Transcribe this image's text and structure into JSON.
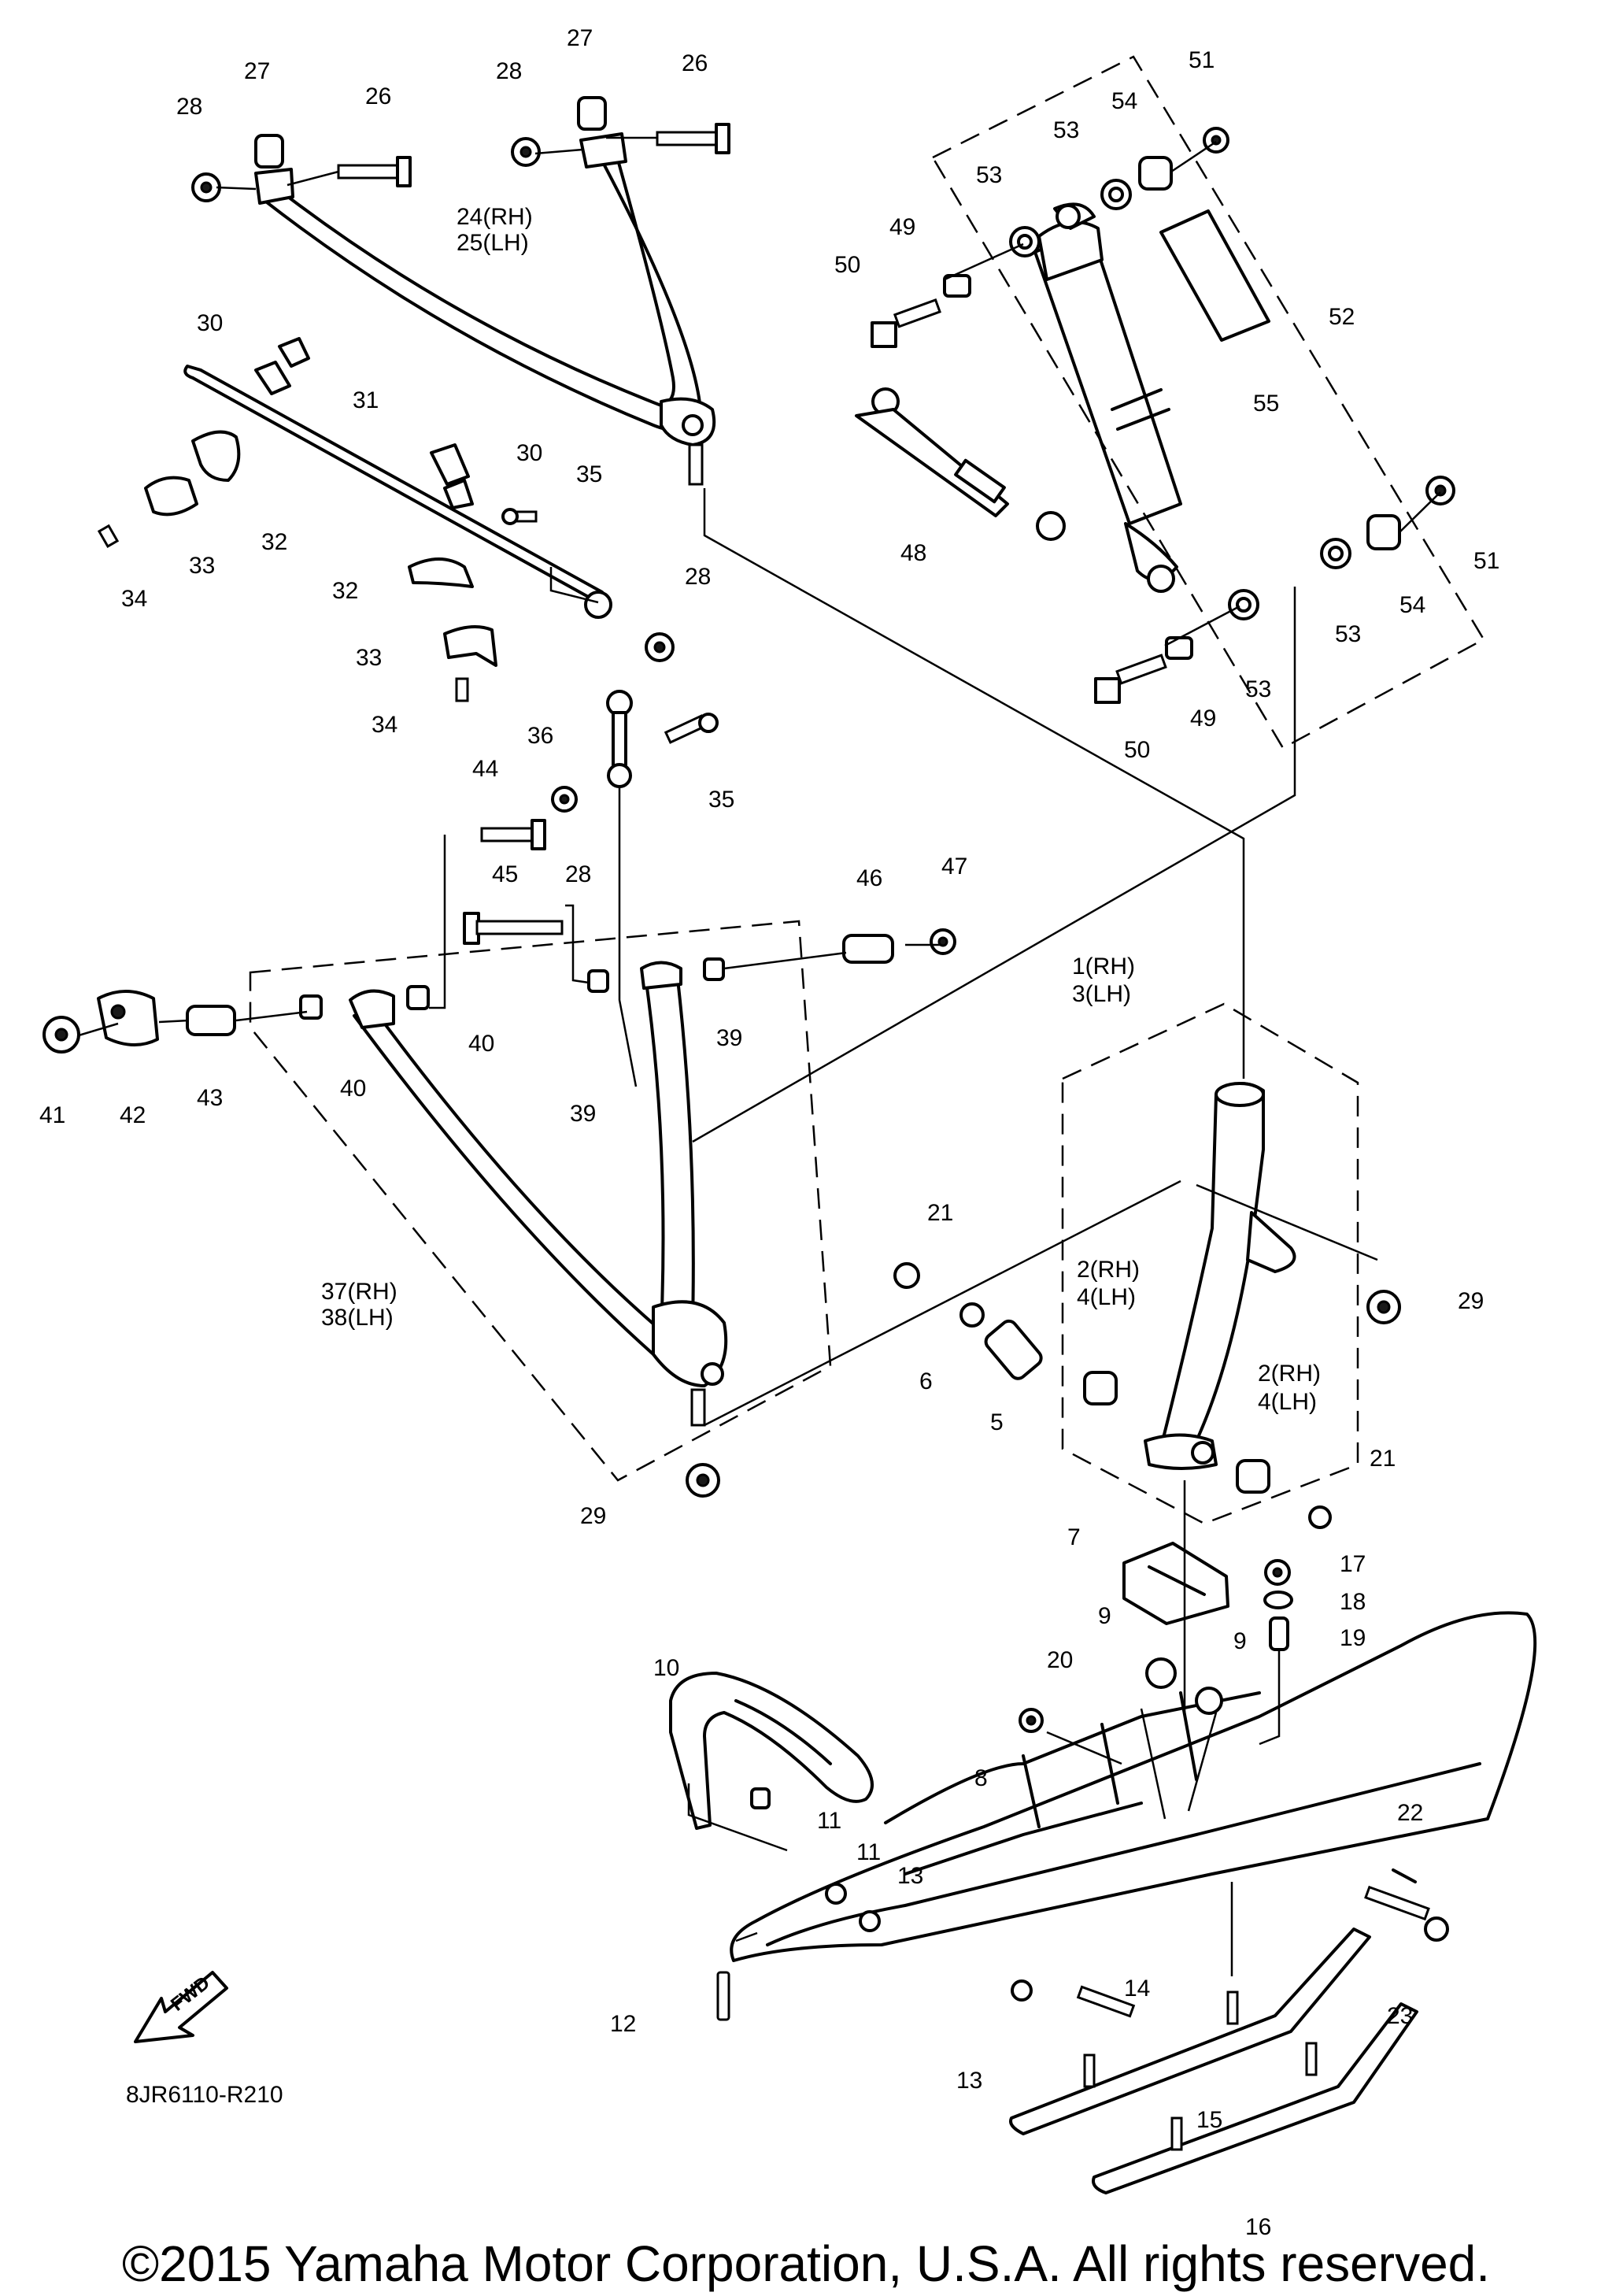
{
  "diagram_code": "8JR6110-R210",
  "copyright": "©2015 Yamaha Motor Corporation, U.S.A. All rights reserved.",
  "fwd_label": "FWD",
  "callouts": {
    "c1": "1(RH)",
    "c3": "3(LH)",
    "c2a": "2(RH)",
    "c4a": "4(LH)",
    "c2b": "2(RH)",
    "c4b": "4(LH)",
    "c5": "5",
    "c6": "6",
    "c7": "7",
    "c8": "8",
    "c9a": "9",
    "c9b": "9",
    "c10": "10",
    "c11a": "11",
    "c11b": "11",
    "c12": "12",
    "c13a": "13",
    "c13b": "13",
    "c14": "14",
    "c15": "15",
    "c16": "16",
    "c17": "17",
    "c18": "18",
    "c19": "19",
    "c20": "20",
    "c21a": "21",
    "c21b": "21",
    "c22": "22",
    "c23": "23",
    "c24": "24(RH)",
    "c25": "25(LH)",
    "c26a": "26",
    "c26b": "26",
    "c27a": "27",
    "c27b": "27",
    "c28a": "28",
    "c28b": "28",
    "c28c": "28",
    "c28d": "28",
    "c29a": "29",
    "c29b": "29",
    "c30a": "30",
    "c30b": "30",
    "c31": "31",
    "c32a": "32",
    "c32b": "32",
    "c33a": "33",
    "c33b": "33",
    "c34a": "34",
    "c34b": "34",
    "c35a": "35",
    "c35b": "35",
    "c36": "36",
    "c37": "37(RH)",
    "c38": "38(LH)",
    "c39a": "39",
    "c39b": "39",
    "c40a": "40",
    "c40b": "40",
    "c41": "41",
    "c42": "42",
    "c43": "43",
    "c44": "44",
    "c45": "45",
    "c46": "46",
    "c47": "47",
    "c48": "48",
    "c49a": "49",
    "c49b": "49",
    "c50a": "50",
    "c50b": "50",
    "c51a": "51",
    "c51b": "51",
    "c52": "52",
    "c53a": "53",
    "c53b": "53",
    "c53c": "53",
    "c53d": "53",
    "c54a": "54",
    "c54b": "54",
    "c55": "55"
  }
}
